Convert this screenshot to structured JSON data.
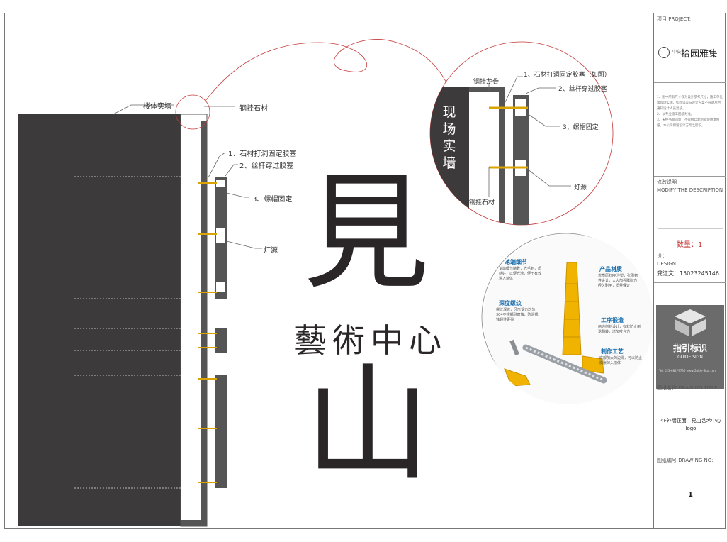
{
  "labels": {
    "wall_body": "楼体实墙",
    "steel_stone": "钢挂石材",
    "step1": "1、石材打洞固定胶塞",
    "step2": "2、丝杆穿过胶塞",
    "step3": "3、螺帽固定",
    "light": "灯源",
    "detail_keel": "钢挂龙骨",
    "detail_step1": "1、石材打洞固定胶塞（如图）",
    "detail_step2": "2、丝杆穿过胶塞",
    "detail_step3": "3、螺帽固定",
    "detail_light": "灯源",
    "detail_stone": "钢挂石材",
    "site_wall": "现场实墙"
  },
  "logo": {
    "char_top": "見",
    "subtitle": "藝術中心",
    "char_bottom": "山"
  },
  "anchor": {
    "tag1": "尾端细节",
    "desc1": "尾端细节精致，光毛刺，质感好，以便光滑，便于有效进入墙体",
    "tag2": "产品材质",
    "desc2": "优质原料PP注塑，张刚韧性设计，大大加强膨胀力，经久耐用，质量保证",
    "tag3": "深度螺纹",
    "desc3": "螺纹深邃，牙形受力均匀，304不锈钢耐腐蚀，防滑锈蚀超性更强",
    "tag4": "工序锻造",
    "desc4": "两边倒刺设计，有效防止倒退翻转，增加咬合力",
    "tag5": "制作工艺",
    "desc5": "底部加大的边缘，可以防止膨胀掉入墙体"
  },
  "title_block": {
    "project_label": "项目 PROJECT:",
    "project_logo": "拾园雅集",
    "project_logo_small": "中交",
    "notes": [
      "1、图中所有尺寸仅为设计参考尺寸，施工单位需现场实测，如有误差与设计方案不符请及时通知设计人员复核。",
      "2、以专业施工图纸为准。",
      "3、未经书面同意，不得擅自复制或使用本图纸，本公司保留设计方案之版权。"
    ],
    "modify_label": "修改说明",
    "modify_en": "MODIFY THE DESCRIPTION",
    "qty": "数量：1",
    "design_label": "设计",
    "design_en": "DESIGN",
    "designer": "龚江文：15023245146",
    "company_cn": "指引标识",
    "company_en": "GUIDE SIGN",
    "company_contact": "Tel: 023-68479736  www.Guide-Sign.com",
    "drawing_title_label": "图纸名称 DRAWING TITLE:",
    "drawing_title": "4F外墙正面　見山艺术中心logo",
    "drawing_no_label": "图纸编号 DRAWING NO:",
    "drawing_no": "1"
  },
  "colors": {
    "wall": "#3d3a3b",
    "stroke": "#555555",
    "red_curve": "#c43a3a",
    "accent_blue": "#1b6fae",
    "screw_yellow": "#f0b400"
  }
}
